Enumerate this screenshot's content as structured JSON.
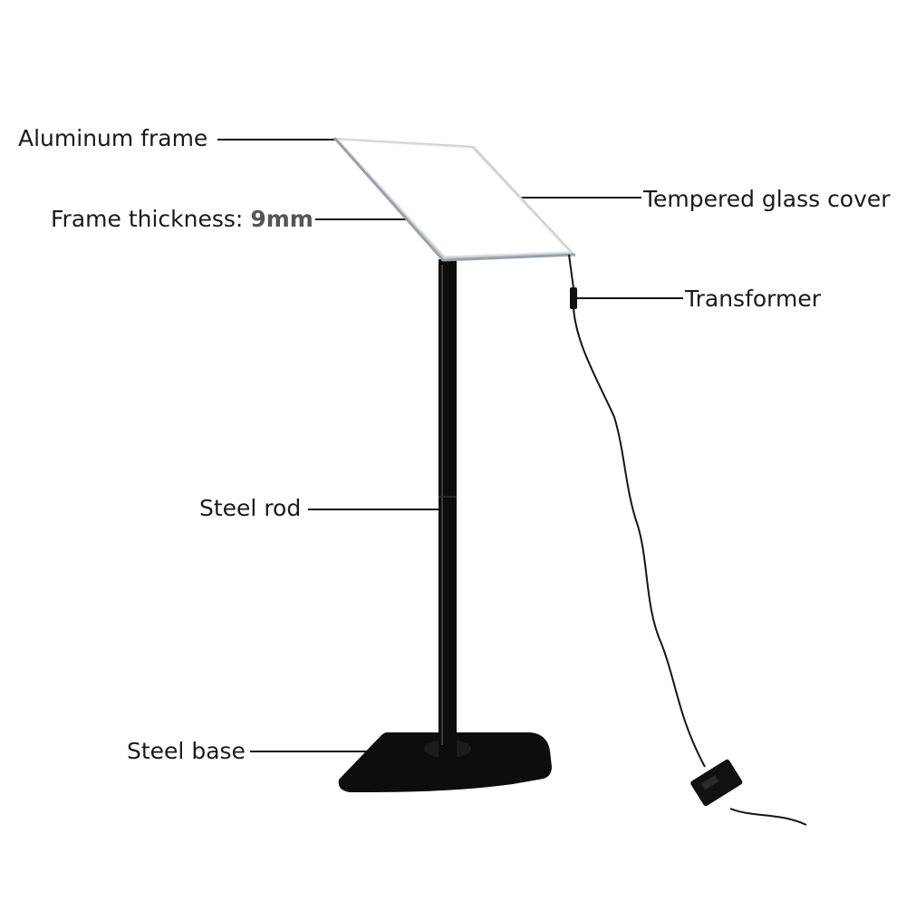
{
  "labels": {
    "aluminum_frame": "Aluminum frame",
    "frame_thickness_prefix": "Frame thickness: ",
    "frame_thickness_value": "9mm",
    "tempered_glass_cover": "Tempered glass cover",
    "transformer": "Transformer",
    "steel_rod": "Steel rod",
    "steel_base": "Steel base"
  },
  "colors": {
    "stand": "#0d0d0d",
    "panel_face": "#ffffff",
    "frame_edge": "#d9dde0",
    "leader_line": "#111111",
    "cable": "#151515"
  }
}
